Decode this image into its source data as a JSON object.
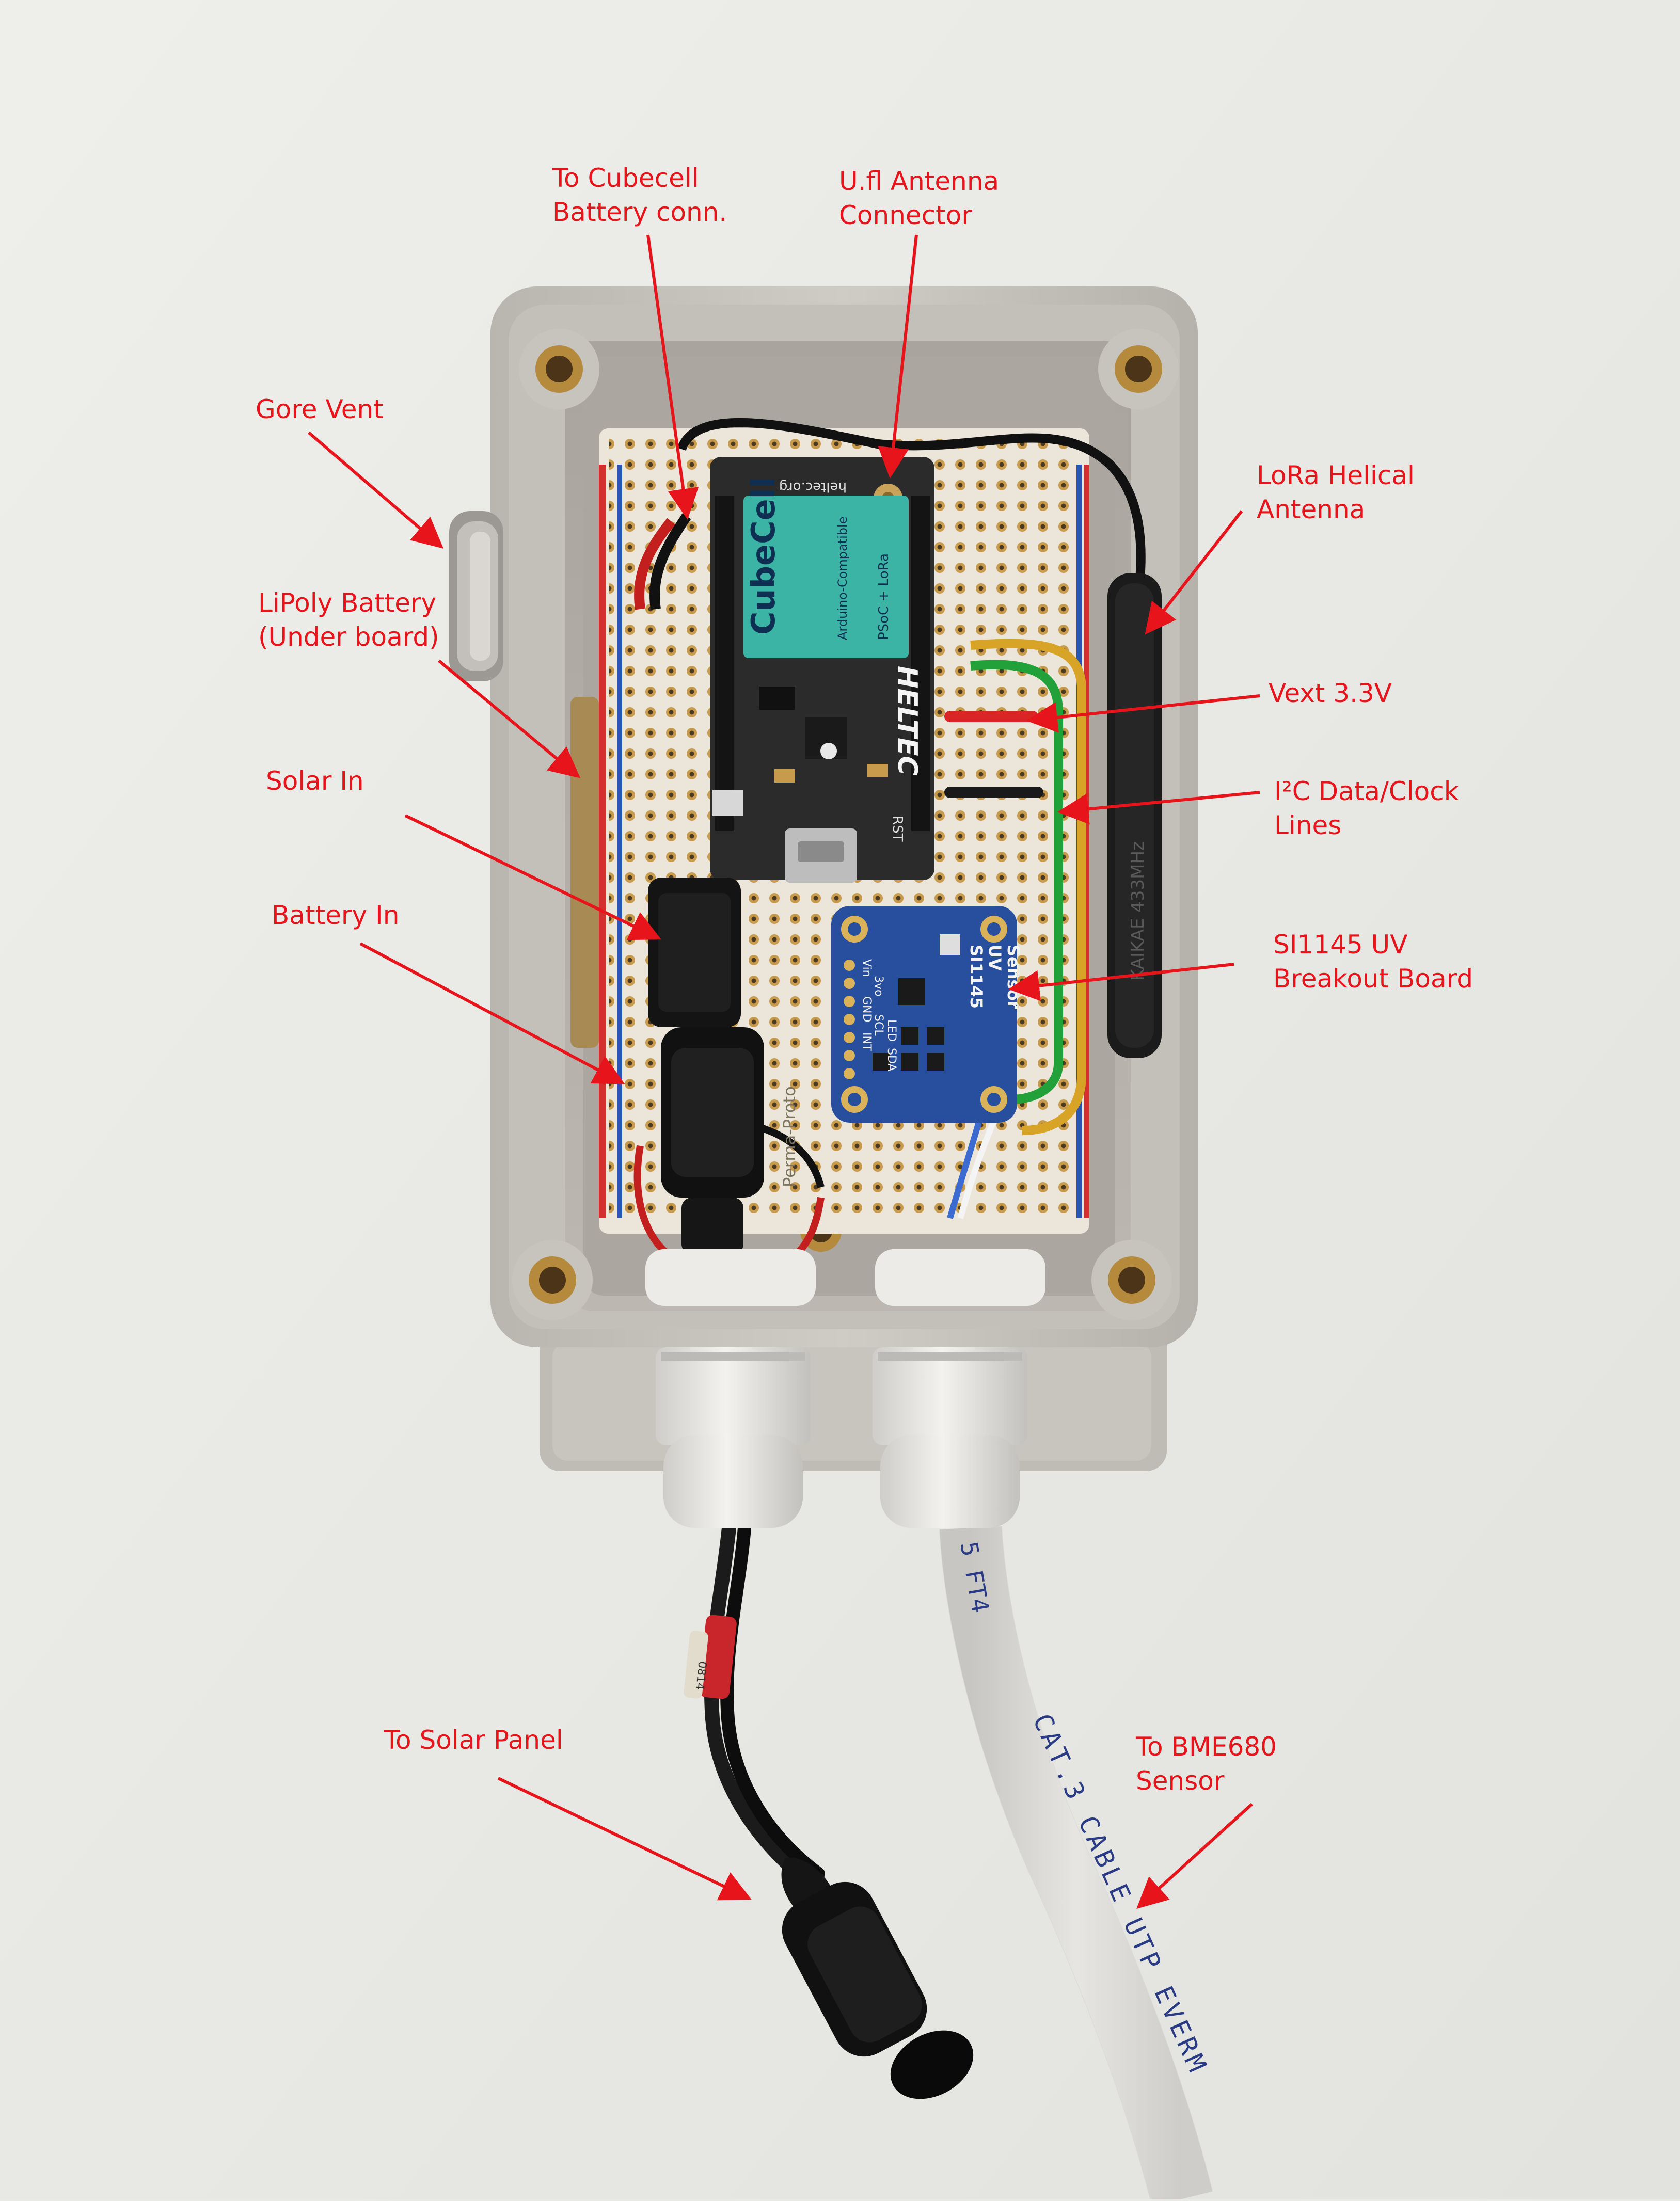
{
  "annotations": {
    "cubecell_battery": "To Cubecell\nBattery conn.",
    "ufl_antenna": "U.fl Antenna\nConnector",
    "gore_vent": "Gore Vent",
    "lora_antenna": "LoRa Helical\nAntenna",
    "lipoly_battery": "LiPoly Battery\n(Under board)",
    "vext": "Vext 3.3V",
    "solar_in": "Solar In",
    "i2c_lines": "I²C Data/Clock\nLines",
    "battery_in": "Battery In",
    "si1145": "SI1145 UV\nBreakout Board",
    "to_solar_panel": "To Solar Panel",
    "to_bme680": "To BME680\nSensor"
  },
  "board_text": {
    "cubecell_logo": "CubeCell",
    "arduino_compatible": "Arduino-Compatible",
    "psoc_lora": "PSoC + LoRa",
    "heltec": "HELTEC",
    "heltec_url": "heltec.org",
    "rst": "RST",
    "uv_title": "SI1145\nUV\nSensor",
    "uv_pins": [
      "Vin",
      "3vo",
      "GND",
      "SCL",
      "SDA",
      "LED",
      "INT"
    ],
    "cable_print": "CAT.3 CABLE UTP EVERM",
    "cable_ft4": "5 FT4",
    "antenna_print": "KAIKAE 433MHz",
    "connector_tag": "0814",
    "perma_proto": "Perma-Proto"
  },
  "colors": {
    "annotation": "#e8141b",
    "background": "#e9e9e5",
    "enclosure": "#c9c5bf",
    "enclosure_inner": "#b3aea8",
    "perfboard": "#ece6da",
    "copper": "#c79a4c",
    "cubecell_pcb": "#2a2a2a",
    "cubecell_label": "#3cb4a5",
    "uv_board": "#274f9e",
    "cable_white": "#eceae6",
    "gland": "#e5e3df"
  }
}
